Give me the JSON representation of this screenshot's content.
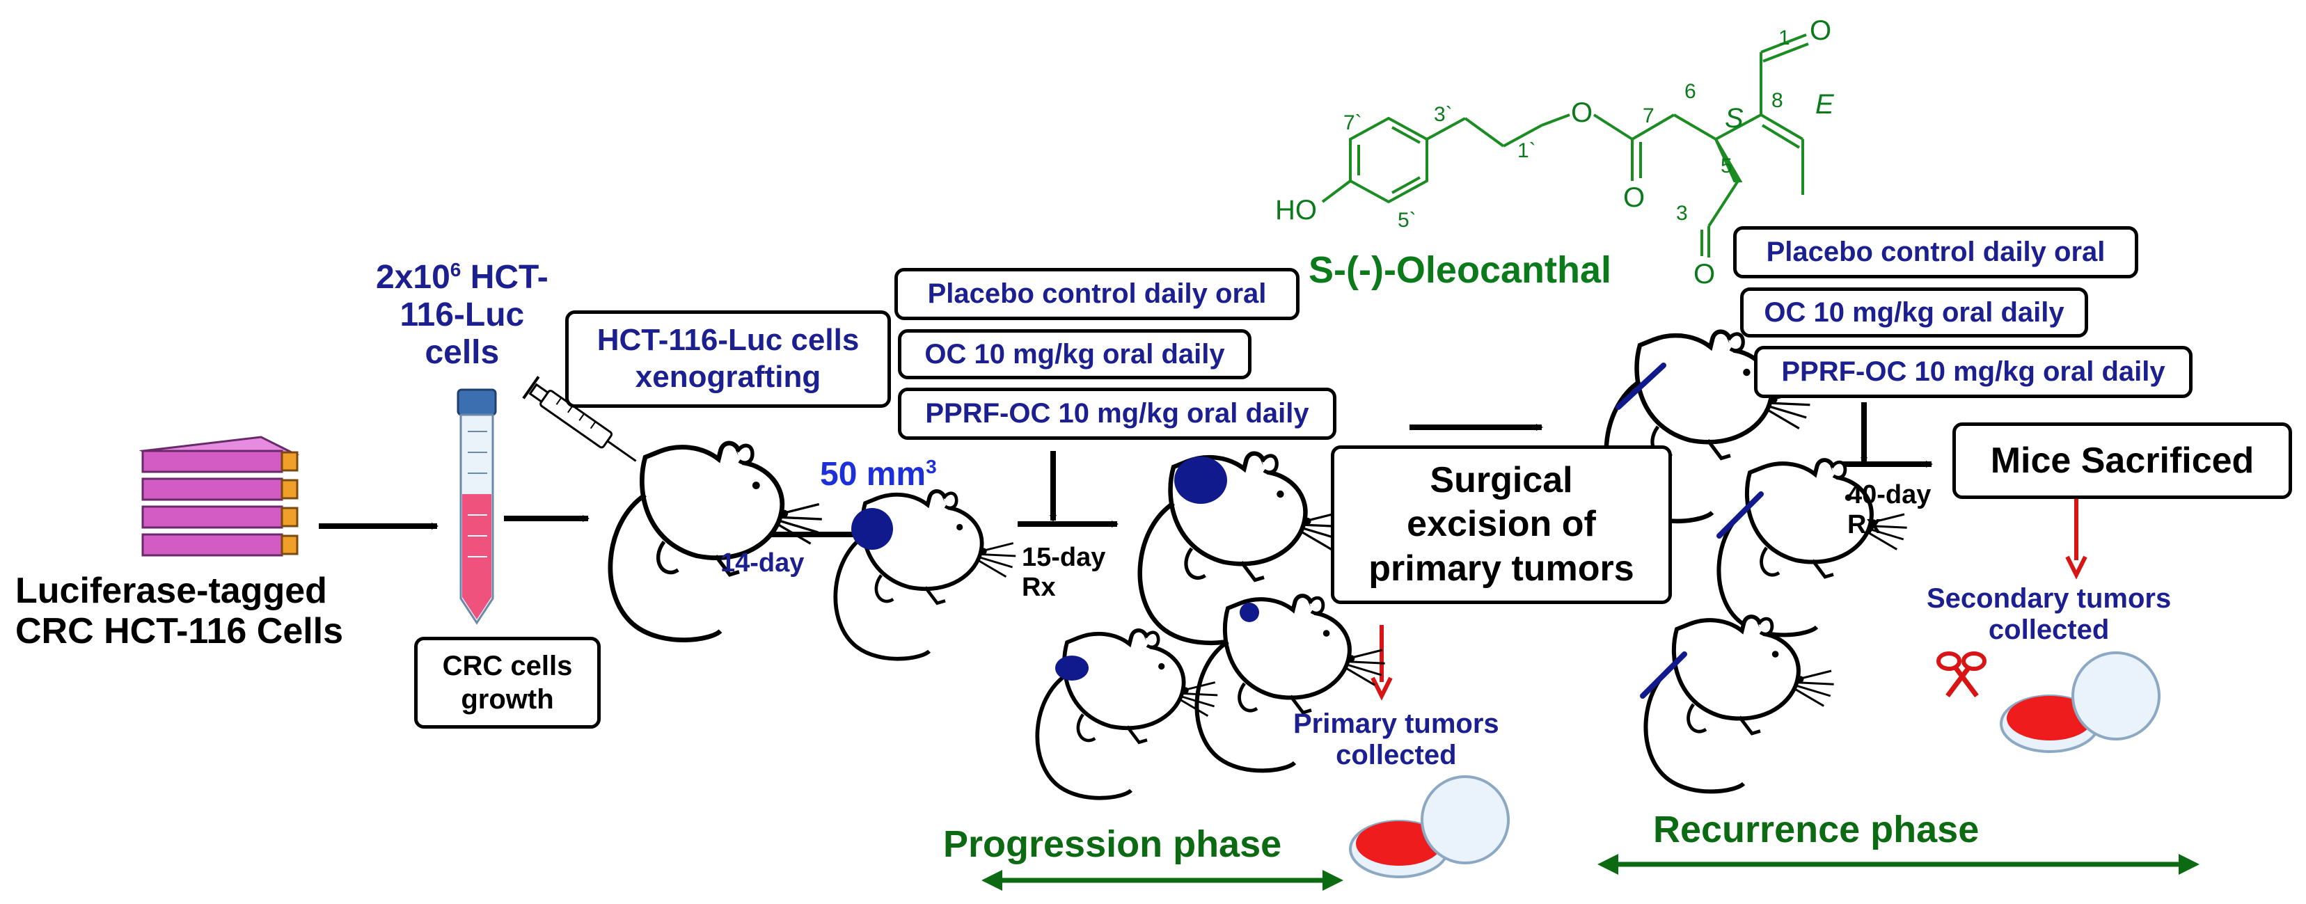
{
  "colors": {
    "navy": "#1b1f8f",
    "green": "#0a7a1a",
    "dark_green": "#0b6a12",
    "red": "#d81414",
    "flask_pink": "#d25bc4",
    "tube_pink": "#f0527e",
    "tumor_blue": "#101a8c"
  },
  "cells": {
    "title_line1": "Luciferase-tagged",
    "title_line2": "CRC HCT-116 Cells",
    "count_line1": "2x10",
    "count_sup": "6",
    "count_line1b": " HCT-",
    "count_line2": "116-Luc",
    "count_line3": "cells",
    "growth_line1": "CRC cells",
    "growth_line2": "growth",
    "xeno_line1": "HCT-116-Luc cells",
    "xeno_line2": "xenografting"
  },
  "timeline": {
    "day14": "14-day",
    "tumor_size": "50 mm",
    "tumor_size_sup": "3",
    "rx15_line1": "15-day",
    "rx15_line2": "Rx",
    "rx40_line1": "40-day",
    "rx40_line2": "Rx"
  },
  "treatments_1": {
    "placebo": "Placebo control daily oral",
    "oc": "OC 10 mg/kg oral daily",
    "pprf": "PPRF-OC 10 mg/kg oral daily"
  },
  "treatments_2": {
    "placebo": "Placebo control daily oral",
    "oc": "OC 10 mg/kg oral daily",
    "pprf": "PPRF-OC 10 mg/kg oral daily"
  },
  "surgery": {
    "line1": "Surgical",
    "line2": "excision of",
    "line3": "primary tumors"
  },
  "primary_collected": {
    "line1": "Primary tumors",
    "line2": "collected"
  },
  "sacrifice": {
    "label": "Mice Sacrificed",
    "secondary_line1": "Secondary tumors",
    "secondary_line2": "collected"
  },
  "phases": {
    "progression": "Progression phase",
    "recurrence": "Recurrence phase"
  },
  "compound": {
    "name": "S-(-)-Oleocanthal",
    "atom_labels": {
      "ho": "HO",
      "o_ald1": "O",
      "o_ester": "O",
      "o_carbonyl": "O",
      "o_ald3": "O",
      "n1": "1",
      "n3": "3",
      "n5": "5",
      "n6": "6",
      "n7": "7",
      "n8": "8",
      "n1p": "1`",
      "n3p": "3`",
      "n5p": "5`",
      "n7p": "7`",
      "stereo_s": "S",
      "stereo_e": "E"
    }
  }
}
